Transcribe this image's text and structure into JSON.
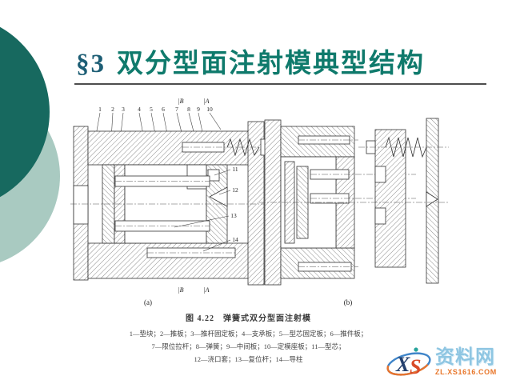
{
  "slide_title": {
    "prefix": "§3",
    "text": "双分型面注射模典型结构"
  },
  "figure": {
    "section_mark_b": "|B",
    "section_mark_a": "|A",
    "part_numbers_top": [
      "1",
      "2",
      "3",
      "4",
      "5",
      "6",
      "7",
      "8",
      "9",
      "10"
    ],
    "part_numbers_side": [
      "11",
      "12",
      "13",
      "14"
    ],
    "view_a_label": "(a)",
    "view_b_label": "(b)",
    "caption_title": "图 4.22　弹簧式双分型面注射模",
    "legend_line1": "1—垫块；2—推板；3—推杆固定板；4—支承板；5—型芯固定板；6—推件板；",
    "legend_line2": "7—限位拉杆；8—弹簧；9—中间板；10—定模座板；11—型芯；",
    "legend_line3": "12—浇口套；13—复位杆；14—导柱"
  },
  "watermark": {
    "logo_x": "X",
    "logo_s": "S",
    "site_name": "资料网",
    "site_url": "ZL.XS1616.COM"
  },
  "colors": {
    "circle_dark": "#17695f",
    "circle_light": "#a9cac1",
    "title_prefix": "#1d5e75",
    "title_main": "#0f7a6c",
    "underline": "#4d4d4d",
    "logo_blue": "#3f85c9",
    "logo_orange": "#e8732c",
    "site_name_color": "#8fc6e2",
    "site_url_color": "#e8762a"
  }
}
